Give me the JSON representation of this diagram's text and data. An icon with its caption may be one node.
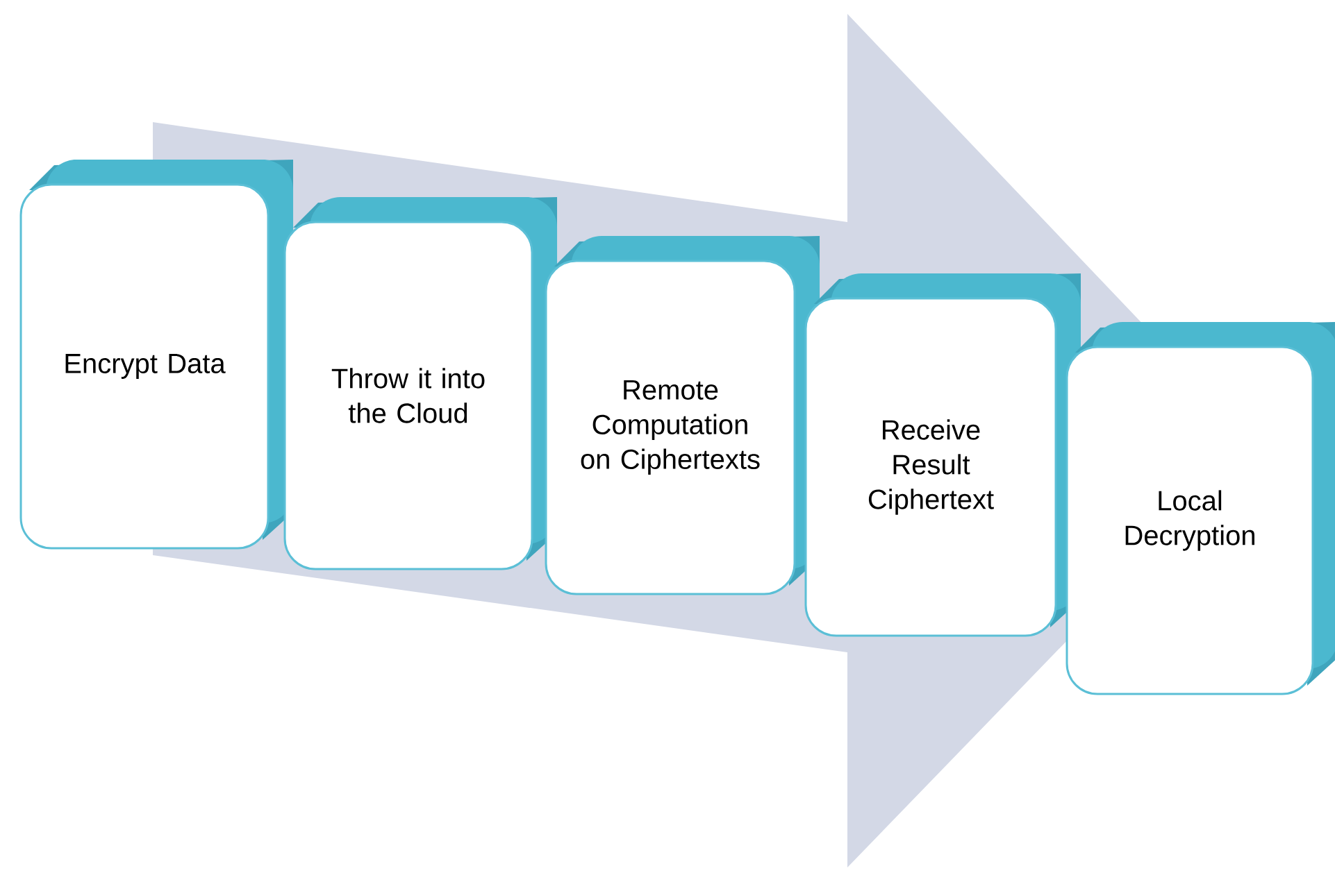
{
  "diagram": {
    "nodes": [
      {
        "text": [
          "Encrypt Data"
        ]
      },
      {
        "text": [
          "Throw it into the Cloud"
        ]
      },
      {
        "text": [
          "Remote Computation on Ciphertexts"
        ]
      },
      {
        "text": [
          "Receive Result Ciphertext"
        ]
      },
      {
        "text": [
          "Local Decryption"
        ]
      }
    ],
    "edges": [
      {
        "from": 0,
        "to": 4,
        "arrow": "to"
      }
    ]
  }
}
